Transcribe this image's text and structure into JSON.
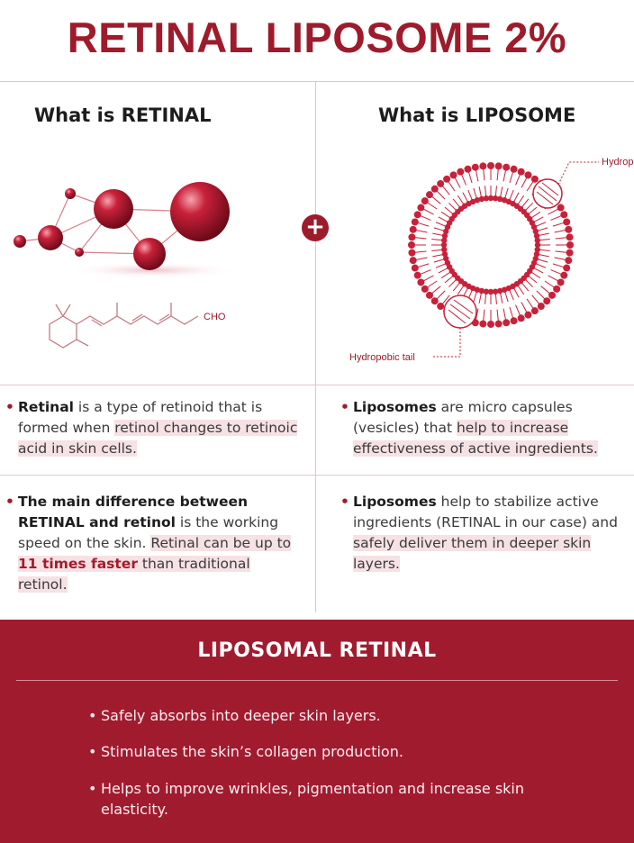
{
  "title": "RETINAL LIPOSOME 2%",
  "left": {
    "heading": "What is RETINAL",
    "molecule_label": "CHO",
    "bullet1": {
      "bold": "Retinal",
      "text1": " is a type of retinoid that is formed when ",
      "hl": "retinol changes to retinoic acid in skin cells."
    },
    "bullet2": {
      "bold": "The main difference between RETINAL and retinol",
      "text1": " is the working speed  on the skin. ",
      "hl1": "Retinal can be up to ",
      "red": "11 times faster",
      "hl2": " than traditional retinol."
    }
  },
  "right": {
    "heading": "What is LIPOSOME",
    "label_head": "Hydrophilic head",
    "label_tail": "Hydropobic tail",
    "bullet1": {
      "bold": "Liposomes",
      "text1": " are micro capsules (vesicles) that ",
      "hl": "help to increase effectiveness of active ingredients."
    },
    "bullet2": {
      "bold": "Liposomes",
      "text1": " help to stabilize active ingredients (RETINAL in our case) and ",
      "hl": "safely deliver them in deeper skin layers."
    }
  },
  "plus_symbol": "+",
  "bottom": {
    "title": "LIPOSOMAL RETINAL",
    "items": [
      "Safely absorbs into deeper skin layers.",
      "Stimulates the skin’s collagen production.",
      "Helps to improve wrinkles, pigmentation and increase skin elasticity."
    ]
  },
  "colors": {
    "accent": "#9e1b2c",
    "band": "#a11b2f",
    "highlight": "#f6e1e4",
    "divider": "#e7c3c8"
  }
}
